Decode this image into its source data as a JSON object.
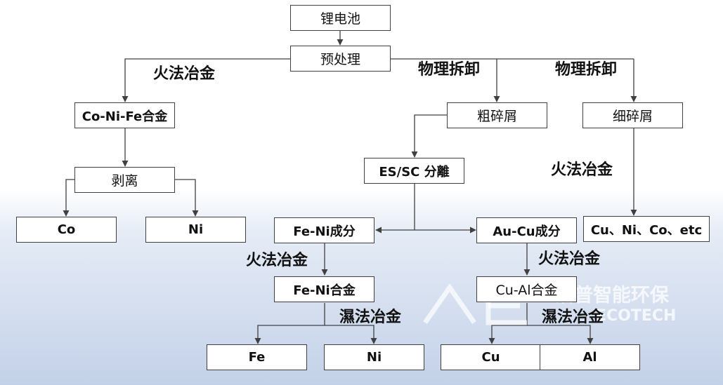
{
  "nodes": {
    "lithium_battery": "锂电池",
    "pretreatment": "预处理",
    "co_ni_fe_alloy": "Co-Ni-Fe合金",
    "stripping": "剥离",
    "co": "Co",
    "ni_left": "Ni",
    "coarse_debris": "粗碎屑",
    "fine_debris": "细碎屑",
    "es_sc_separation": "ES/SC 分離",
    "fe_ni_component": "Fe-Ni成分",
    "au_cu_component": "Au-Cu成分",
    "cu_ni_co_etc": "Cu、Ni、Co、etc",
    "fe_ni_alloy": "Fe-Ni合金",
    "cu_al_alloy": "Cu-Al合金",
    "fe": "Fe",
    "ni_bottom": "Ni",
    "cu": "Cu",
    "al": "Al"
  },
  "labels": {
    "pyro_left": "火法冶金",
    "physical_mid": "物理拆卸",
    "physical_right": "物理拆卸",
    "pyro_right": "火法冶金",
    "pyro_fe_ni": "火法冶金",
    "pyro_cu_al": "火法冶金",
    "hydro_fe_ni": "濕法冶金",
    "hydro_cu_al": "濕法冶金"
  },
  "watermark": {
    "name_cn": "洁普智能环保",
    "name_en": "ECOTECH"
  }
}
